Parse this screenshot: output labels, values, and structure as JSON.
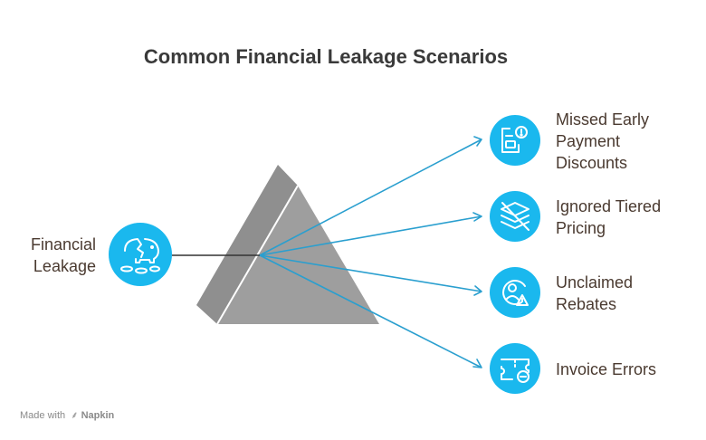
{
  "title": "Common Financial Leakage Scenarios",
  "source": {
    "label_line1": "Financial",
    "label_line2": "Leakage",
    "icon": "broken-piggy-bank-icon"
  },
  "outputs": [
    {
      "lines": [
        "Missed Early",
        "Payment",
        "Discounts"
      ],
      "icon": "invoice-alert-icon"
    },
    {
      "lines": [
        "Ignored Tiered",
        "Pricing"
      ],
      "icon": "layers-crossed-icon"
    },
    {
      "lines": [
        "Unclaimed",
        "Rebates"
      ],
      "icon": "person-warning-icon"
    },
    {
      "lines": [
        "Invoice Errors"
      ],
      "icon": "ticket-minus-icon"
    }
  ],
  "footer": {
    "prefix": "Made with",
    "brand": "Napkin"
  },
  "colors": {
    "accent": "#1ab8ee",
    "arrow": "#2a9fcf",
    "prism_light": "#9e9e9e",
    "prism_dark": "#8a8a8a",
    "beam": "#333333",
    "text": "#4a3a30",
    "title": "#3a3a3a"
  }
}
